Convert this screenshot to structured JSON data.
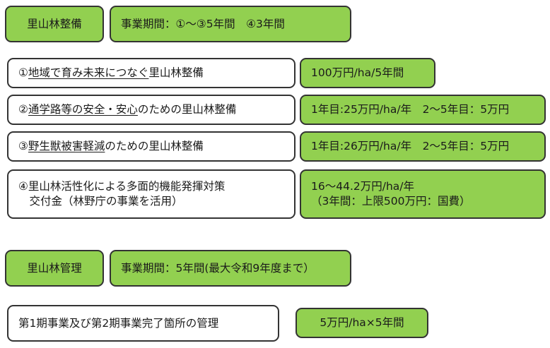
{
  "section1": {
    "label": "里山林整備",
    "period": "事業期間：①～③5年間　④3年間",
    "rows": [
      {
        "prefix": "①",
        "underlined": "地域で育み未来につなぐ",
        "suffix": "里山林整備",
        "amount": "100万円/ha/5年間"
      },
      {
        "prefix": "②",
        "underlined": "通学路等の安全・安心",
        "suffix": "のための里山林整備",
        "amount": "1年目:25万円/ha/年　2～5年目：5万円"
      },
      {
        "prefix": "③",
        "underlined": "野生獣被害軽減",
        "suffix": "のための里山林整備",
        "amount": "1年目:26万円/ha/年　2～5年目：5万円"
      },
      {
        "line1": "④里山林活性化による多面的機能発揮対策",
        "line2": "　交付金（林野庁の事業を活用）",
        "amount_line1": "16～44.2万円/ha/年",
        "amount_line2": "（3年間：上限500万円：国費）"
      }
    ]
  },
  "section2": {
    "label": "里山林管理",
    "period": "事業期間：5年間(最大令和9年度まで）",
    "row": {
      "text": "第1期事業及び第2期事業完了箇所の管理",
      "amount": "5万円/ha×5年間"
    }
  }
}
